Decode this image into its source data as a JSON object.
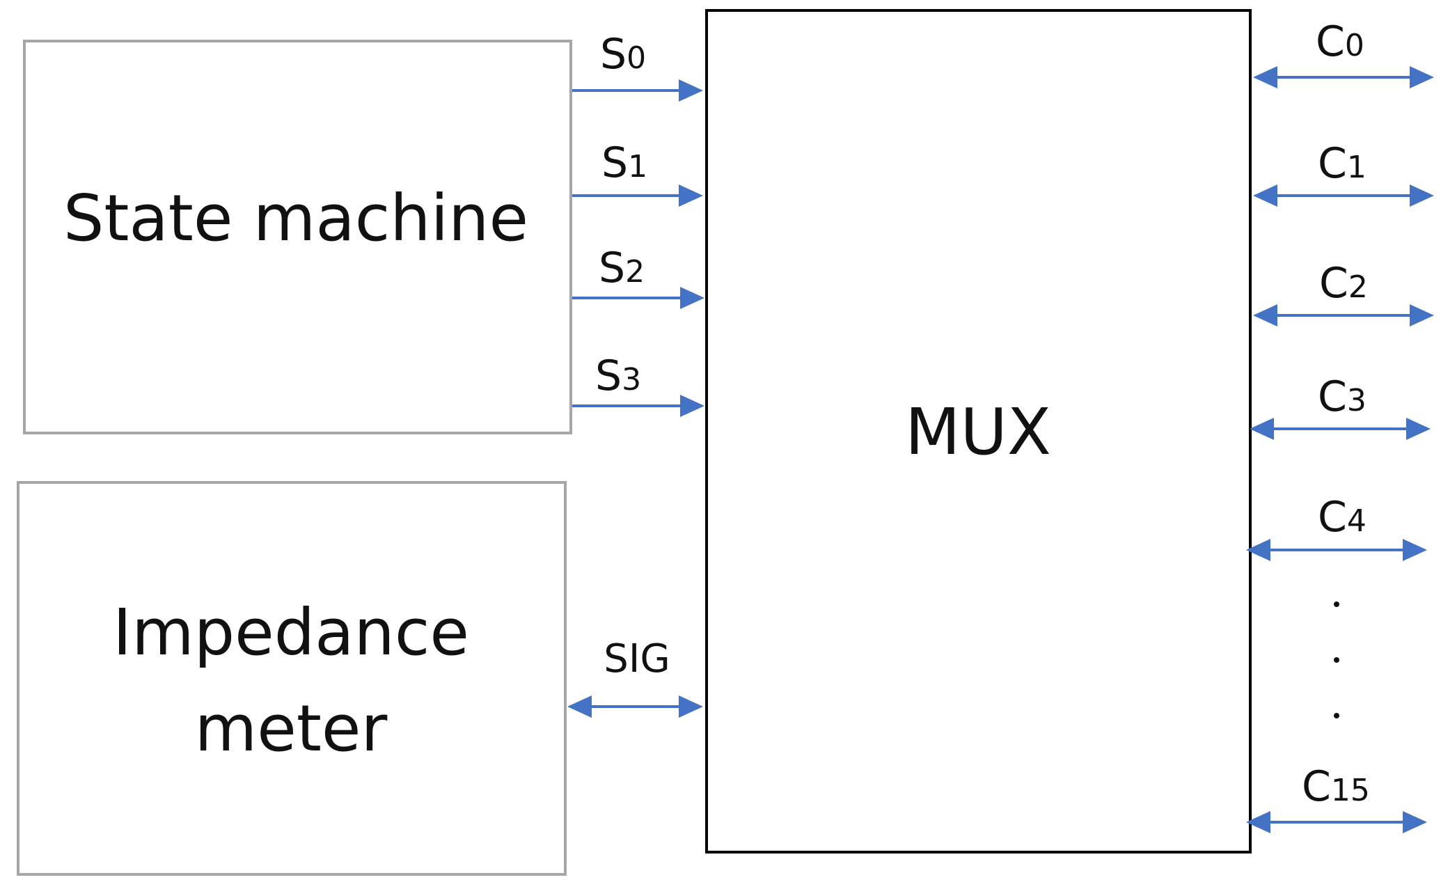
{
  "blocks": {
    "state_machine": "State machine",
    "impedance_meter": [
      "Impedance",
      "meter"
    ],
    "mux": "MUX"
  },
  "select_lines": [
    {
      "base": "S",
      "sub": "0"
    },
    {
      "base": "S",
      "sub": "1"
    },
    {
      "base": "S",
      "sub": "2"
    },
    {
      "base": "S",
      "sub": "3"
    }
  ],
  "signal_line": "SIG",
  "channels": [
    {
      "base": "C",
      "sub": "0"
    },
    {
      "base": "C",
      "sub": "1"
    },
    {
      "base": "C",
      "sub": "2"
    },
    {
      "base": "C",
      "sub": "3"
    },
    {
      "base": "C",
      "sub": "4"
    },
    {
      "base": "C",
      "sub": "15"
    }
  ],
  "ellipsis": "...",
  "colors": {
    "wire": "#4472c4",
    "block_border_gray": "#a6a6a6",
    "mux_border": "#000000"
  }
}
